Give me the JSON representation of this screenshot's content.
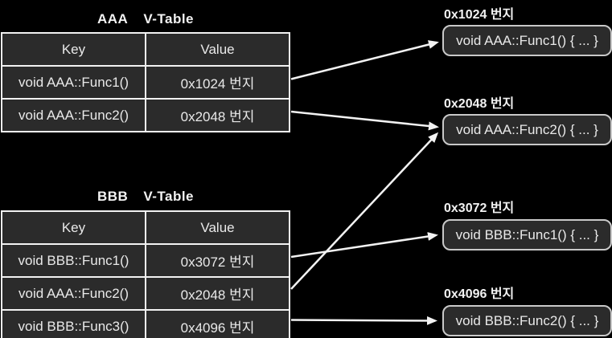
{
  "diagram": {
    "background_color": "#000000",
    "cell_fill_color": "#2b2b2b",
    "table_border_color": "#f2f2f2",
    "box_border_color": "#c9c9c9",
    "text_color": "#e9e9e9",
    "arrow_color": "#f2f2f2"
  },
  "tables": [
    {
      "title_class": "AAA",
      "title_label": "V-Table",
      "headers": [
        "Key",
        "Value"
      ],
      "rows": [
        {
          "key": "void AAA::Func1()",
          "value": "0x1024 번지"
        },
        {
          "key": "void AAA::Func2()",
          "value": "0x2048 번지"
        }
      ]
    },
    {
      "title_class": "BBB",
      "title_label": "V-Table",
      "headers": [
        "Key",
        "Value"
      ],
      "rows": [
        {
          "key": "void BBB::Func1()",
          "value": "0x3072 번지"
        },
        {
          "key": "void AAA::Func2()",
          "value": "0x2048 번지"
        },
        {
          "key": "void BBB::Func3()",
          "value": "0x4096 번지"
        }
      ]
    }
  ],
  "memory_blocks": [
    {
      "address_label": "0x1024 번지",
      "code": "void AAA::Func1() { ... }"
    },
    {
      "address_label": "0x2048 번지",
      "code": "void AAA::Func2() { ... }"
    },
    {
      "address_label": "0x3072 번지",
      "code": "void BBB::Func1() { ... }"
    },
    {
      "address_label": "0x4096 번지",
      "code": "void BBB::Func2() { ... }"
    }
  ],
  "arrows": [
    {
      "from_table": "AAA",
      "from_row": "void AAA::Func1()",
      "to_address": "0x1024 번지"
    },
    {
      "from_table": "AAA",
      "from_row": "void AAA::Func2()",
      "to_address": "0x2048 번지"
    },
    {
      "from_table": "BBB",
      "from_row": "void BBB::Func1()",
      "to_address": "0x3072 번지"
    },
    {
      "from_table": "BBB",
      "from_row": "void AAA::Func2()",
      "to_address": "0x2048 번지"
    },
    {
      "from_table": "BBB",
      "from_row": "void BBB::Func3()",
      "to_address": "0x4096 번지"
    }
  ]
}
